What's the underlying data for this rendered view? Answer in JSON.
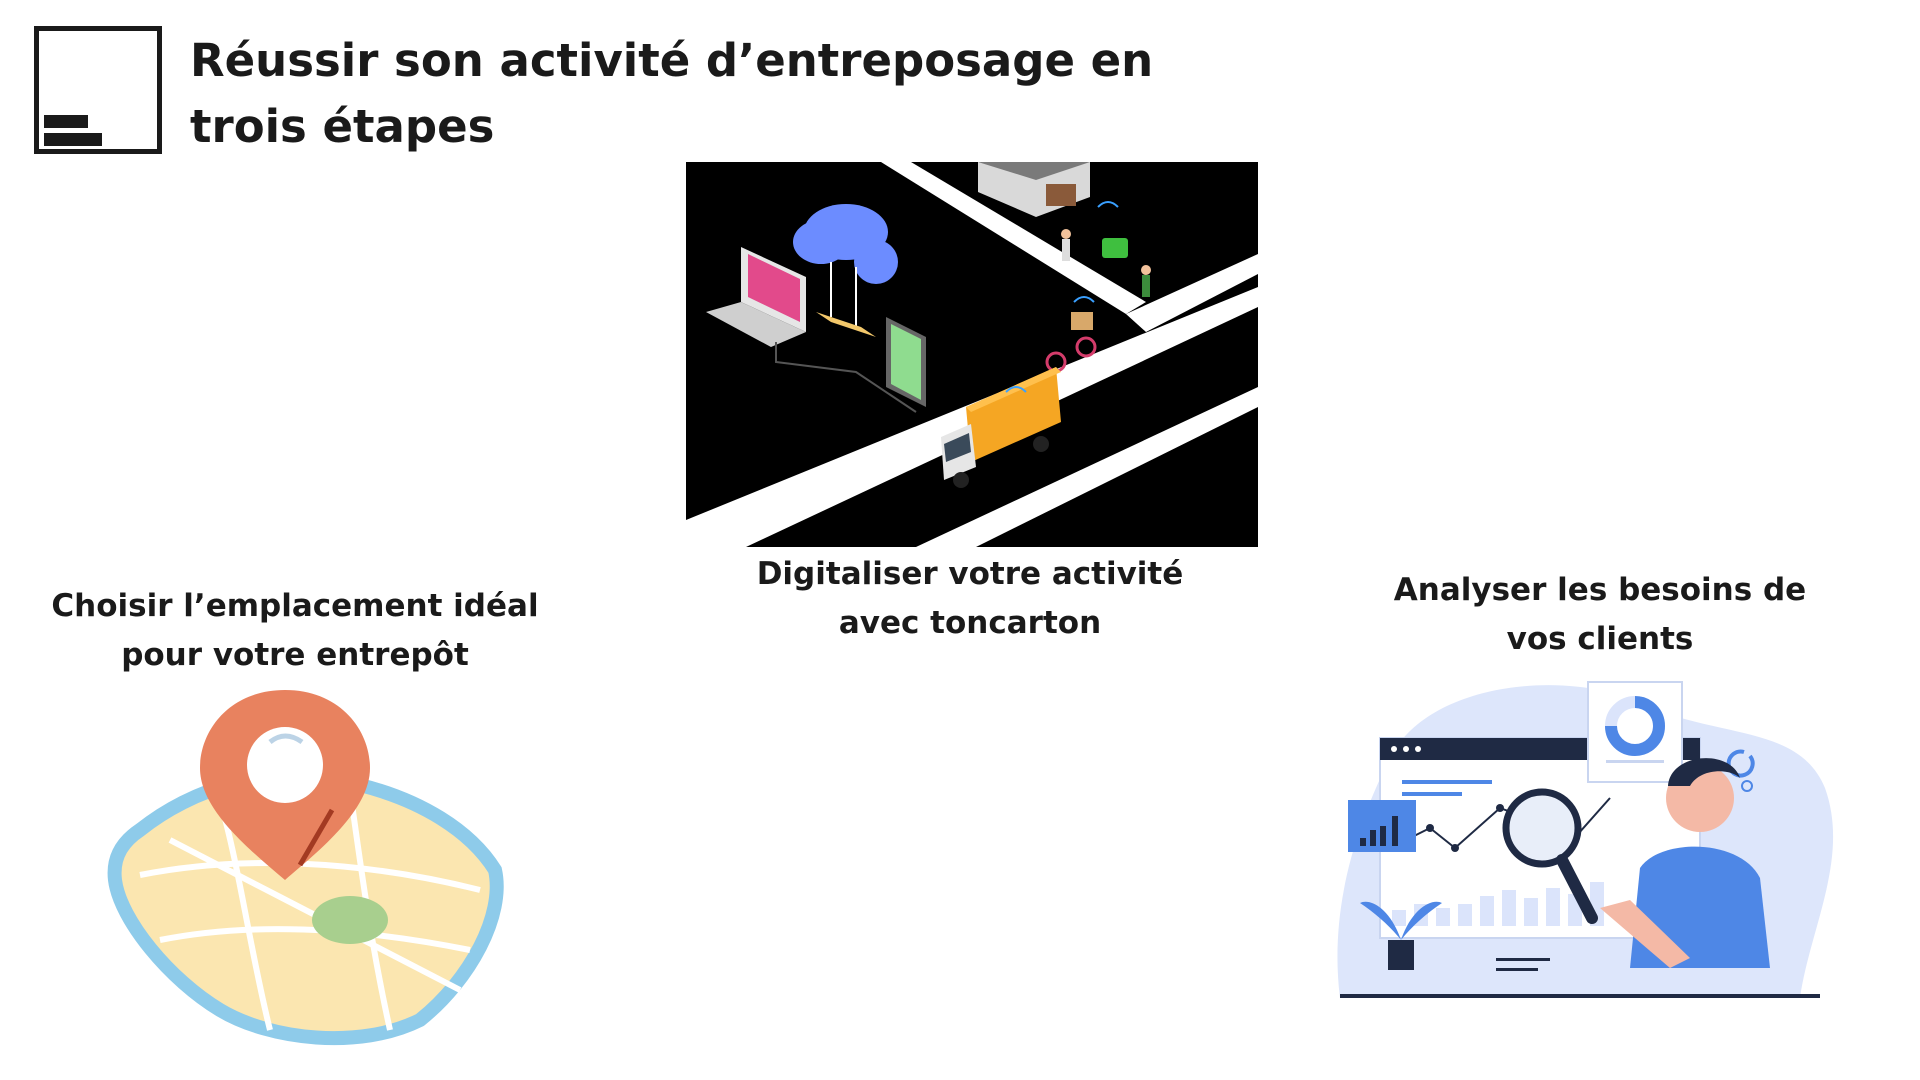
{
  "header": {
    "title": "Réussir son activité d’entreposage en trois étapes",
    "logo_icon": "brand-logo-icon"
  },
  "steps": [
    {
      "label": "Choisir l’emplacement idéal pour votre entrepôt",
      "icon": "map-pin-icon"
    },
    {
      "label": "Digitaliser votre activité avec toncarton",
      "icon": "delivery-network-icon"
    },
    {
      "label": "Analyser les besoins de vos clients",
      "icon": "analytics-magnifier-icon"
    }
  ],
  "colors": {
    "text": "#1a1a1a",
    "pin": "#e8825f",
    "map_fill": "#fbe6b0",
    "map_border": "#8ecbea",
    "analytics_blue": "#4e87e6",
    "analytics_bg": "#dde6fb",
    "iot_bg": "#000000",
    "truck_orange": "#f5a623"
  }
}
